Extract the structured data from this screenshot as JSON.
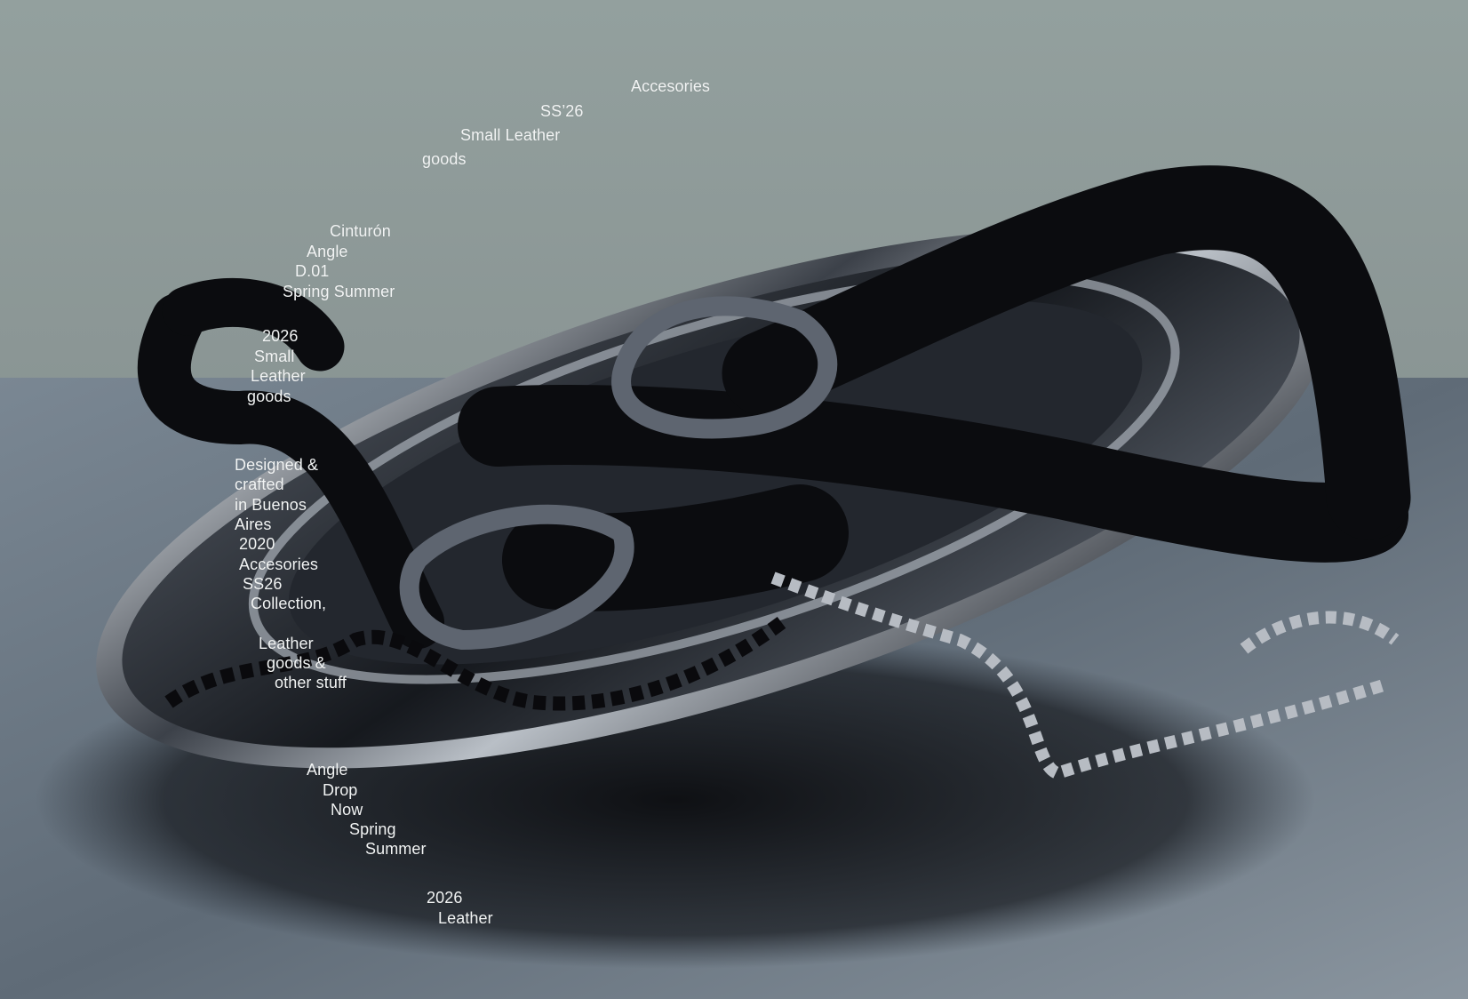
{
  "header_stack": [
    "Accesories",
    "SS’26",
    "Small Leather",
    "goods"
  ],
  "product_stack": [
    "Cinturón",
    "Angle",
    "D.01",
    "Spring Summer"
  ],
  "belt_stack": [
    "2026",
    "Small",
    "Leather",
    "goods"
  ],
  "origin_stack": [
    "Designed &",
    "crafted",
    "in Buenos",
    "Aires",
    "2020",
    "Accesories",
    "SS26",
    "Collection,",
    "Leather",
    "goods &",
    "other stuff"
  ],
  "drop_stack": [
    "Angle",
    "Drop",
    "Now",
    "Spring",
    "Summer"
  ],
  "footer_stack": [
    "2026",
    "Leather"
  ],
  "colors": {
    "wall": "#8f9a99",
    "table": "#6c7884",
    "text": "#f2f4f4",
    "leather": "#0b0c0f",
    "steel": "#c9ced4"
  }
}
